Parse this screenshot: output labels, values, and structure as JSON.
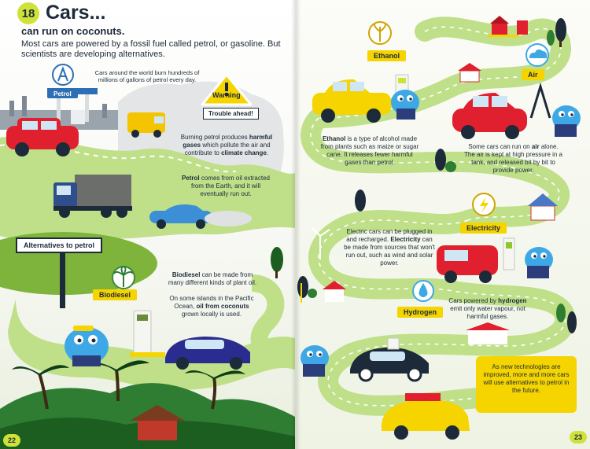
{
  "header": {
    "number": "18",
    "title": "Cars...",
    "subtitle": "can run on coconuts.",
    "intro": "Most cars are powered by a fossil fuel called petrol, or gasoline. But scientists are developing alternatives."
  },
  "left": {
    "petrol_label": "Petrol",
    "petrol_caption": "Cars around the world burn hundreds of millions of gallons of petrol every day.",
    "warning_label": "Warning",
    "trouble_label": "Trouble ahead!",
    "gases": {
      "pre": "Burning petrol produces ",
      "bold1": "harmful gases",
      "mid": " which pollute the air and contribute to ",
      "bold2": "climate change",
      "post": "."
    },
    "petrol_fact": {
      "bold": "Petrol",
      "rest": " comes from oil extracted from the Earth, and it will eventually run out."
    },
    "alternatives_label": "Alternatives to petrol",
    "biodiesel_label": "Biodiesel",
    "biodiesel_text": {
      "bold": "Biodiesel",
      "rest": " can be made from many different kinds of plant oil."
    },
    "coconut_text": {
      "pre": "On some islands in the Pacific Ocean, ",
      "bold": "oil from coconuts",
      "post": " grown locally is used."
    },
    "page_number": "22"
  },
  "right": {
    "ethanol_label": "Ethanol",
    "ethanol_text": {
      "bold": "Ethanol",
      "rest": " is a type of alcohol made from plants such as maize or sugar cane. It releases fewer harmful gases than petrol."
    },
    "air_label": "Air",
    "air_text": {
      "pre": "Some cars can run on ",
      "bold": "air",
      "post": " alone. The air is kept at high pressure in a tank, and released bit by bit to provide power."
    },
    "electricity_label": "Electricity",
    "electricity_text": {
      "pre": "Electric cars can be plugged in and recharged. ",
      "bold": "Electricity",
      "post": " can be made from sources that won't run out, such as wind and solar power."
    },
    "hydrogen_label": "Hydrogen",
    "hydrogen_text": {
      "pre": "Cars powered by ",
      "bold": "hydrogen",
      "post": " emit only water vapour, not harmful gases."
    },
    "future_text": "As new technologies are improved, more and more cars will use alternatives to petrol in the future.",
    "page_number": "23"
  },
  "colors": {
    "accent_yellow": "#f5d400",
    "lime": "#cfe23a",
    "road": "#bfe089",
    "navy": "#1c2a3a",
    "car_red": "#e0202f",
    "mascot_blue": "#3ea8e6"
  }
}
